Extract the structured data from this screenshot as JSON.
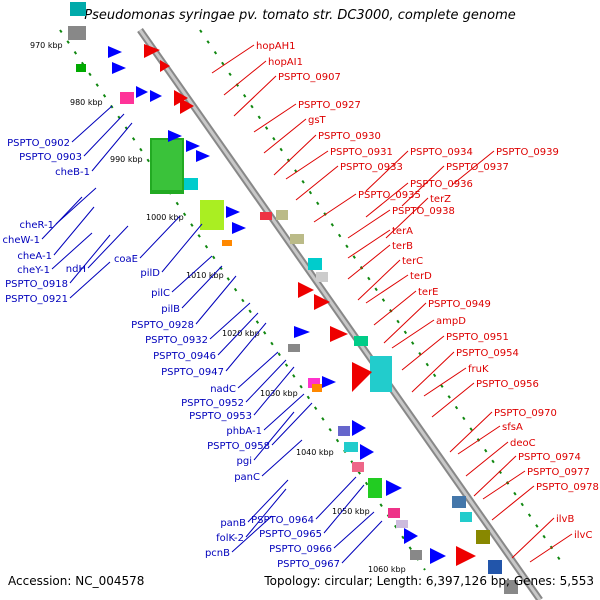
{
  "title": "Pseudomonas syringae pv. tomato str. DC3000, complete genome",
  "accession": "Accession: NC_004578",
  "topology": "Topology: circular; Length: 6,397,126 bp; Genes: 5,553",
  "colors": {
    "left_labels": "#0000bb",
    "right_labels": "#dd0000",
    "backbone": "#999999",
    "ticks": "#008800"
  },
  "kbp_ticks": [
    "970 kbp",
    "980 kbp",
    "990 kbp",
    "1000 kbp",
    "1010 kbp",
    "1020 kbp",
    "1030 kbp",
    "1040 kbp",
    "1050 kbp",
    "1060 kbp"
  ],
  "left_labels": [
    "PSPTO_0902",
    "PSPTO_0903",
    "cheB-1",
    "cheR-1",
    "cheW-1",
    "cheA-1",
    "cheY-1",
    "ndH",
    "PSPTO_0918",
    "PSPTO_0921",
    "coaE",
    "pilD",
    "pilC",
    "pilB",
    "PSPTO_0928",
    "PSPTO_0932",
    "PSPTO_0946",
    "PSPTO_0947",
    "nadC",
    "PSPTO_0952",
    "PSPTO_0953",
    "phbA-1",
    "PSPTO_0958",
    "pgi",
    "panC",
    "panB",
    "folK-2",
    "pcnB",
    "PSPTO_0964",
    "PSPTO_0965",
    "PSPTO_0966",
    "PSPTO_0967"
  ],
  "right_labels": [
    "hopAH1",
    "hopAI1",
    "PSPTO_0907",
    "PSPTO_0927",
    "gsT",
    "PSPTO_0930",
    "PSPTO_0931",
    "PSPTO_0933",
    "PSPTO_0934",
    "PSPTO_0935",
    "PSPTO_0936",
    "PSPTO_0937",
    "PSPTO_0938",
    "PSPTO_0939",
    "terZ",
    "terA",
    "terB",
    "terC",
    "terD",
    "terE",
    "PSPTO_0949",
    "ampD",
    "PSPTO_0951",
    "PSPTO_0954",
    "fruK",
    "PSPTO_0956",
    "PSPTO_0970",
    "sfsA",
    "deoC",
    "PSPTO_0974",
    "PSPTO_0977",
    "PSPTO_0978",
    "ilvB",
    "ilvC"
  ]
}
